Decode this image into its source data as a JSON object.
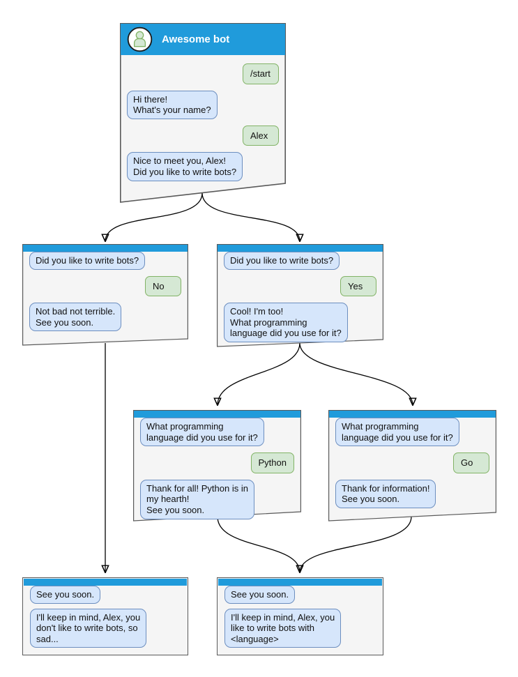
{
  "diagram_title": "Awesome bot",
  "colors": {
    "header_blue": "#209bdb",
    "box_bg": "#f5f5f5",
    "box_border": "#595959",
    "bot_bubble_bg": "#d6e6fb",
    "bot_bubble_border": "#6c8ebf",
    "user_bubble_bg": "#d5e8d4",
    "user_bubble_border": "#82b366",
    "arrow": "#000000"
  },
  "nodes": {
    "start": {
      "title": "Awesome bot",
      "avatar": "user-icon",
      "messages": [
        {
          "from": "user",
          "text": "/start"
        },
        {
          "from": "bot",
          "text": "Hi there!\nWhat's your name?"
        },
        {
          "from": "user",
          "text": "Alex"
        },
        {
          "from": "bot",
          "text": "Nice to meet you, Alex!\nDid you like to write bots?"
        }
      ]
    },
    "no_branch": {
      "messages": [
        {
          "from": "bot",
          "text": "Did you like to write bots?"
        },
        {
          "from": "user",
          "text": "No"
        },
        {
          "from": "bot",
          "text": "Not bad not terrible.\nSee you soon."
        }
      ]
    },
    "yes_branch": {
      "messages": [
        {
          "from": "bot",
          "text": "Did you like to write bots?"
        },
        {
          "from": "user",
          "text": "Yes"
        },
        {
          "from": "bot",
          "text": "Cool! I'm too!\nWhat programming\nlanguage did you use for it?"
        }
      ]
    },
    "python_branch": {
      "messages": [
        {
          "from": "bot",
          "text": "What programming\nlanguage did you use for it?"
        },
        {
          "from": "user",
          "text": "Python"
        },
        {
          "from": "bot",
          "text": "Thank for all! Python is in\nmy hearth!\nSee you soon."
        }
      ]
    },
    "go_branch": {
      "messages": [
        {
          "from": "bot",
          "text": "What programming\nlanguage did you use for it?"
        },
        {
          "from": "user",
          "text": "Go"
        },
        {
          "from": "bot",
          "text": "Thank for information!\nSee you soon."
        }
      ]
    },
    "end_no": {
      "messages": [
        {
          "from": "bot",
          "text": "See you soon."
        },
        {
          "from": "bot",
          "text": "I'll keep in mind, Alex, you\ndon't like to write bots, so\nsad..."
        }
      ]
    },
    "end_yes": {
      "messages": [
        {
          "from": "bot",
          "text": "See you soon."
        },
        {
          "from": "bot",
          "text": "I'll keep in mind, Alex, you\nlike to write bots with\n<language>"
        }
      ]
    }
  },
  "edges": [
    {
      "from": "start",
      "to": "no_branch"
    },
    {
      "from": "start",
      "to": "yes_branch"
    },
    {
      "from": "yes_branch",
      "to": "python_branch"
    },
    {
      "from": "yes_branch",
      "to": "go_branch"
    },
    {
      "from": "no_branch",
      "to": "end_no"
    },
    {
      "from": "python_branch",
      "to": "end_yes"
    },
    {
      "from": "go_branch",
      "to": "end_yes"
    }
  ]
}
